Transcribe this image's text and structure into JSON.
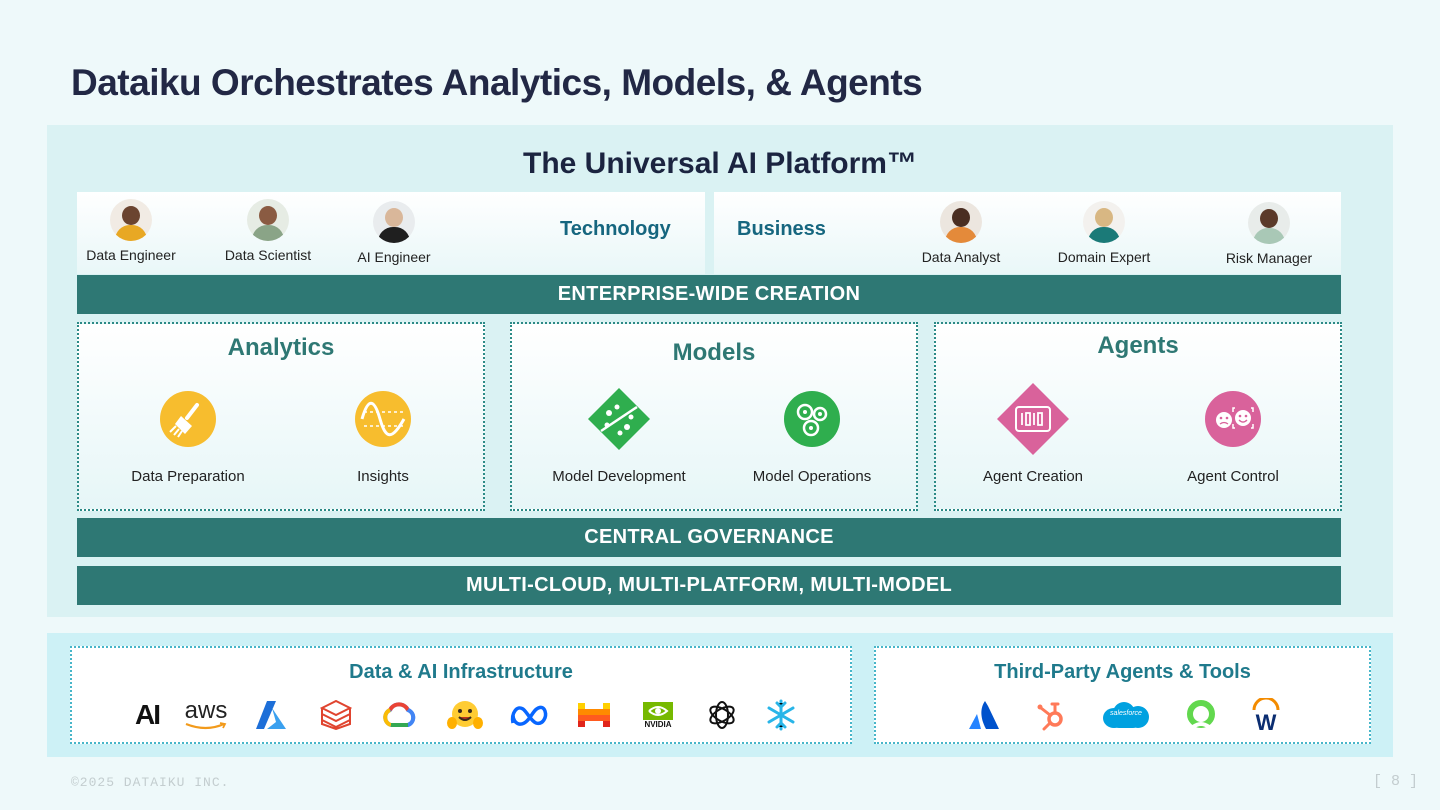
{
  "slide": {
    "title": "Dataiku Orchestrates Analytics, Models, & Agents",
    "footer_copyright": "©2025 DATAIKU INC.",
    "page_number": "[ 8 ]"
  },
  "platform": {
    "title": "The Universal AI Platform™",
    "technology": {
      "label": "Technology",
      "personas": [
        {
          "label": "Data Engineer",
          "icon": "avatar-data-engineer"
        },
        {
          "label": "Data Scientist",
          "icon": "avatar-data-scientist"
        },
        {
          "label": "AI Engineer",
          "icon": "avatar-ai-engineer"
        }
      ]
    },
    "business": {
      "label": "Business",
      "personas": [
        {
          "label": "Data Analyst",
          "icon": "avatar-data-analyst"
        },
        {
          "label": "Domain Expert",
          "icon": "avatar-domain-expert"
        },
        {
          "label": "Risk Manager",
          "icon": "avatar-risk-manager"
        }
      ]
    },
    "bars": {
      "creation": "ENTERPRISE-WIDE CREATION",
      "governance": "CENTRAL GOVERNANCE",
      "multi": "MULTI-CLOUD, MULTI-PLATFORM, MULTI-MODEL"
    },
    "capabilities": [
      {
        "title": "Analytics",
        "items": [
          {
            "label": "Data Preparation",
            "icon": "broom-icon",
            "color": "#f7bd2e"
          },
          {
            "label": "Insights",
            "icon": "waveform-icon",
            "color": "#f7bd2e"
          }
        ]
      },
      {
        "title": "Models",
        "items": [
          {
            "label": "Model Development",
            "icon": "scatter-diamond-icon",
            "color": "#2fae4e"
          },
          {
            "label": "Model Operations",
            "icon": "clusters-icon",
            "color": "#2fae4e"
          }
        ]
      },
      {
        "title": "Agents",
        "items": [
          {
            "label": "Agent Creation",
            "icon": "binary-diamond-icon",
            "color": "#d9629b"
          },
          {
            "label": "Agent Control",
            "icon": "faces-icon",
            "color": "#d9629b"
          }
        ]
      }
    ]
  },
  "infrastructure": {
    "data_ai": {
      "title": "Data & AI Infrastructure",
      "logos": [
        "anthropic-logo",
        "aws-logo",
        "azure-logo",
        "databricks-logo",
        "google-cloud-logo",
        "hugging-face-logo",
        "meta-logo",
        "mistral-logo",
        "nvidia-logo",
        "openai-logo",
        "snowflake-logo"
      ],
      "logo_text": {
        "anthropic": "AI",
        "aws": "aws",
        "nvidia": "NVIDIA"
      }
    },
    "third_party": {
      "title": "Third-Party Agents & Tools",
      "logos": [
        "atlassian-logo",
        "hubspot-logo",
        "salesforce-logo",
        "servicenow-logo",
        "workday-logo"
      ],
      "logo_text": {
        "salesforce": "salesforce"
      }
    }
  }
}
